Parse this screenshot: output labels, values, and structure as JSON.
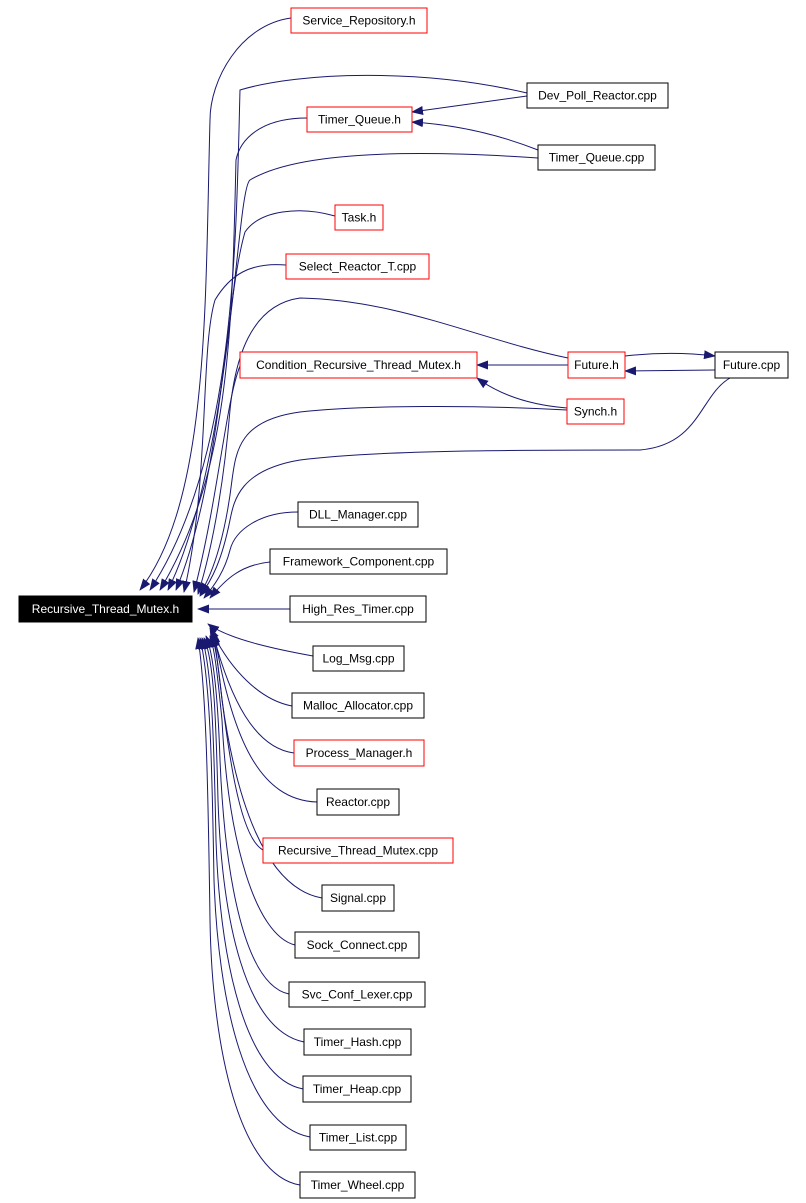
{
  "diagram": {
    "root": {
      "id": "root",
      "label": "Recursive_Thread_Mutex.h"
    },
    "nodes": [
      {
        "id": "service_repository",
        "label": "Service_Repository.h",
        "style": "red"
      },
      {
        "id": "dev_poll_reactor",
        "label": "Dev_Poll_Reactor.cpp",
        "style": "black"
      },
      {
        "id": "timer_queue_h",
        "label": "Timer_Queue.h",
        "style": "red"
      },
      {
        "id": "timer_queue_cpp",
        "label": "Timer_Queue.cpp",
        "style": "black"
      },
      {
        "id": "task_h",
        "label": "Task.h",
        "style": "red"
      },
      {
        "id": "select_reactor_t",
        "label": "Select_Reactor_T.cpp",
        "style": "red"
      },
      {
        "id": "condition_rtm",
        "label": "Condition_Recursive_Thread_Mutex.h",
        "style": "red"
      },
      {
        "id": "future_h",
        "label": "Future.h",
        "style": "red"
      },
      {
        "id": "future_cpp",
        "label": "Future.cpp",
        "style": "black"
      },
      {
        "id": "synch_h",
        "label": "Synch.h",
        "style": "red"
      },
      {
        "id": "dll_manager",
        "label": "DLL_Manager.cpp",
        "style": "black"
      },
      {
        "id": "framework_component",
        "label": "Framework_Component.cpp",
        "style": "black"
      },
      {
        "id": "high_res_timer",
        "label": "High_Res_Timer.cpp",
        "style": "black"
      },
      {
        "id": "log_msg",
        "label": "Log_Msg.cpp",
        "style": "black"
      },
      {
        "id": "malloc_allocator",
        "label": "Malloc_Allocator.cpp",
        "style": "black"
      },
      {
        "id": "process_manager",
        "label": "Process_Manager.h",
        "style": "red"
      },
      {
        "id": "reactor_cpp",
        "label": "Reactor.cpp",
        "style": "black"
      },
      {
        "id": "rtm_cpp",
        "label": "Recursive_Thread_Mutex.cpp",
        "style": "red"
      },
      {
        "id": "signal_cpp",
        "label": "Signal.cpp",
        "style": "black"
      },
      {
        "id": "sock_connect",
        "label": "Sock_Connect.cpp",
        "style": "black"
      },
      {
        "id": "svc_conf_lexer",
        "label": "Svc_Conf_Lexer.cpp",
        "style": "black"
      },
      {
        "id": "timer_hash",
        "label": "Timer_Hash.cpp",
        "style": "black"
      },
      {
        "id": "timer_heap",
        "label": "Timer_Heap.cpp",
        "style": "black"
      },
      {
        "id": "timer_list",
        "label": "Timer_List.cpp",
        "style": "black"
      },
      {
        "id": "timer_wheel",
        "label": "Timer_Wheel.cpp",
        "style": "black"
      }
    ],
    "edges": [
      {
        "from": "service_repository",
        "to": "root"
      },
      {
        "from": "dev_poll_reactor",
        "to": "root"
      },
      {
        "from": "timer_queue_h",
        "to": "root"
      },
      {
        "from": "timer_queue_cpp",
        "to": "root"
      },
      {
        "from": "task_h",
        "to": "root"
      },
      {
        "from": "select_reactor_t",
        "to": "root"
      },
      {
        "from": "condition_rtm",
        "to": "root"
      },
      {
        "from": "future_h",
        "to": "root"
      },
      {
        "from": "synch_h",
        "to": "root"
      },
      {
        "from": "future_cpp",
        "to": "root"
      },
      {
        "from": "dll_manager",
        "to": "root"
      },
      {
        "from": "framework_component",
        "to": "root"
      },
      {
        "from": "high_res_timer",
        "to": "root"
      },
      {
        "from": "log_msg",
        "to": "root"
      },
      {
        "from": "malloc_allocator",
        "to": "root"
      },
      {
        "from": "process_manager",
        "to": "root"
      },
      {
        "from": "reactor_cpp",
        "to": "root"
      },
      {
        "from": "rtm_cpp",
        "to": "root"
      },
      {
        "from": "signal_cpp",
        "to": "root"
      },
      {
        "from": "sock_connect",
        "to": "root"
      },
      {
        "from": "svc_conf_lexer",
        "to": "root"
      },
      {
        "from": "timer_hash",
        "to": "root"
      },
      {
        "from": "timer_heap",
        "to": "root"
      },
      {
        "from": "timer_list",
        "to": "root"
      },
      {
        "from": "timer_wheel",
        "to": "root"
      },
      {
        "from": "dev_poll_reactor",
        "to": "timer_queue_h"
      },
      {
        "from": "timer_queue_cpp",
        "to": "timer_queue_h"
      },
      {
        "from": "future_h",
        "to": "condition_rtm"
      },
      {
        "from": "synch_h",
        "to": "condition_rtm"
      },
      {
        "from": "future_cpp",
        "to": "future_h"
      },
      {
        "from": "future_h",
        "to": "future_cpp"
      }
    ],
    "colors": {
      "edge": "#191970",
      "red_border": "#ff0000",
      "black_border": "#000000",
      "root_fill": "#000000",
      "root_text": "#ffffff"
    }
  }
}
